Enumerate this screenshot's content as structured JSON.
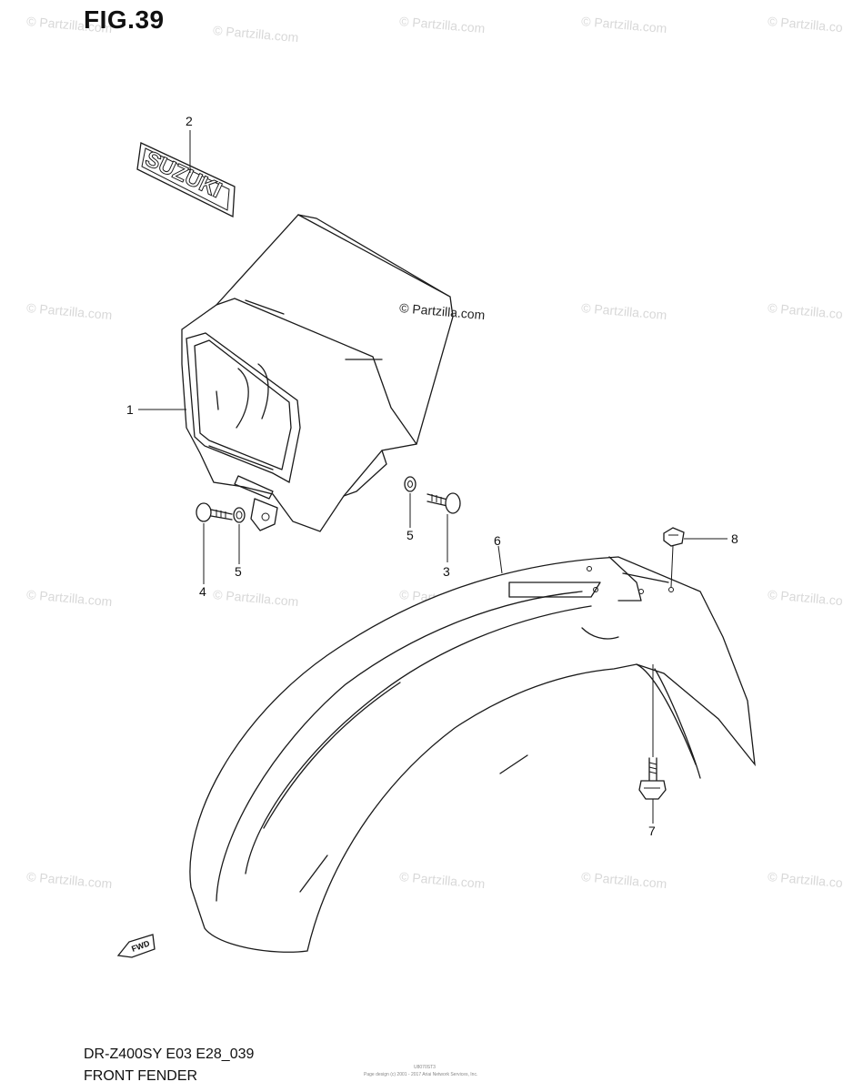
{
  "figure_title": "FIG.39",
  "model_code": "DR-Z400SY E03 E28_039",
  "caption": "FRONT FENDER",
  "watermark_text": "© Partzilla.com",
  "center_watermark_text": "© Partzilla.com",
  "emblem_text": "SUZUKI",
  "fwd_label": "FWD",
  "callouts": [
    "1",
    "2",
    "3",
    "4",
    "5",
    "5",
    "6",
    "7",
    "8"
  ],
  "footer_code": "U8070ST3",
  "footer_copyright": "Page design (c) 2001 - 2017 Ariai Network Services, Inc.",
  "colors": {
    "line": "#1a1a1a",
    "watermark": "#d8d8d8",
    "background": "#ffffff"
  }
}
